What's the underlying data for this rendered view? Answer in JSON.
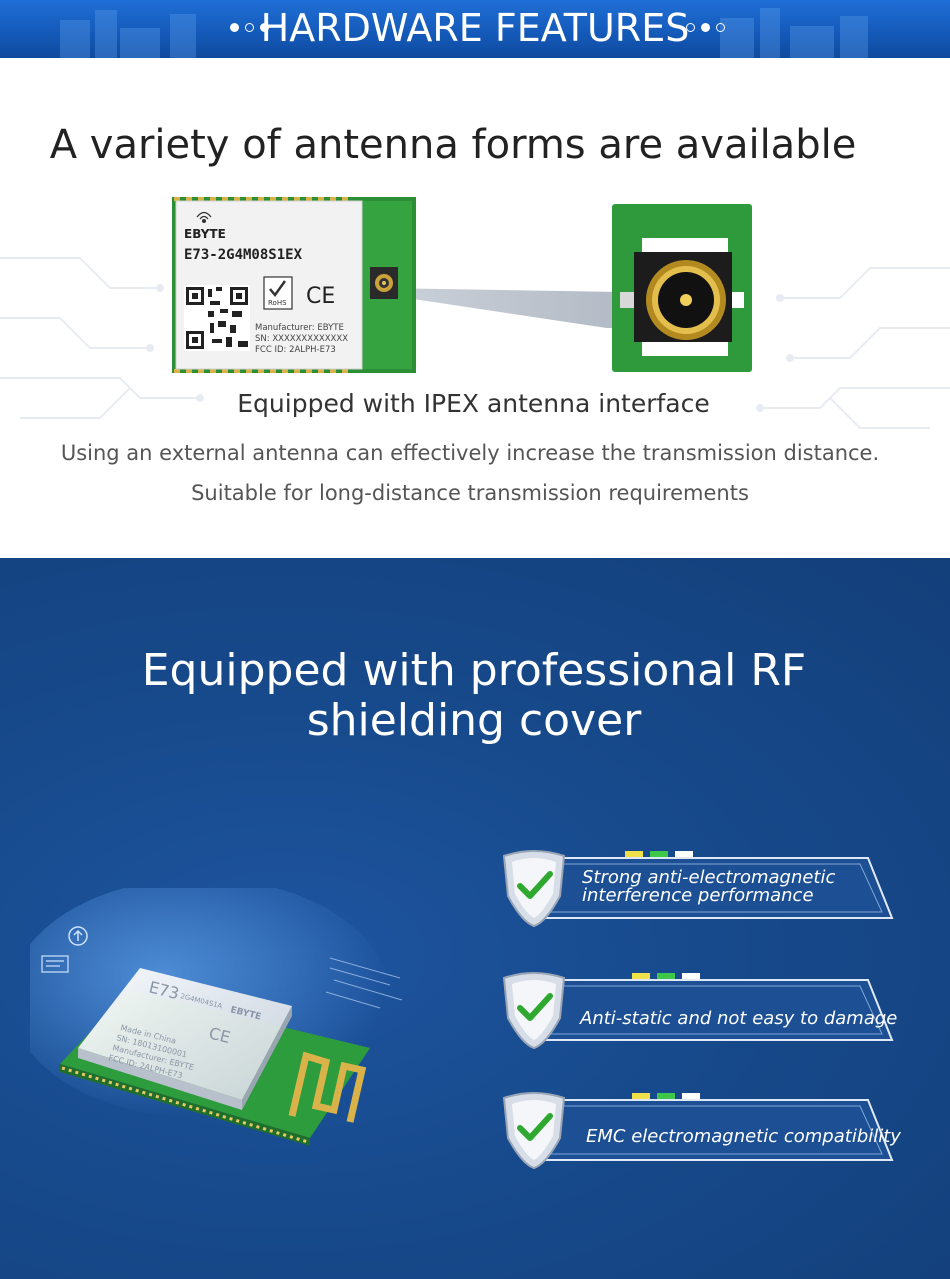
{
  "banner": {
    "title": "HARDWARE FEATURES"
  },
  "antenna_section": {
    "heading": "A variety of antenna forms are available",
    "module": {
      "brand": "EBYTE",
      "model": "E73-2G4M08S1EX",
      "manufacturer": "Manufacturer: EBYTE",
      "sn": "SN: XXXXXXXXXXXXX",
      "fcc": "FCC ID: 2ALPH-E73",
      "rohs": "RoHS",
      "ce": "CE"
    },
    "subheading": "Equipped with IPEX antenna interface",
    "description_line1": "Using an external antenna can effectively increase the transmission distance.",
    "description_line2": "Suitable for long-distance transmission requirements"
  },
  "shielding_section": {
    "heading_line1": "Equipped with professional RF",
    "heading_line2": "shielding cover",
    "chip": {
      "model": "E73",
      "sub_model": "2G4M04S1A",
      "made_in": "Made in China",
      "sn": "SN: 18013100001",
      "manufacturer": "Manufacturer: EBYTE",
      "fcc": "FCC ID: 2ALPH-E73",
      "brand": "EBYTE"
    },
    "features": [
      {
        "line1": "Strong anti-electromagnetic",
        "line2": "interference performance"
      },
      {
        "line1": "Anti-static and not easy to damage"
      },
      {
        "line1": "EMC electromagnetic compatibility"
      }
    ]
  },
  "colors": {
    "banner_blue": "#1459b8",
    "section_blue": "#174a8c",
    "pcb_green": "#2f9a3b",
    "check_green": "#2ea82e"
  }
}
